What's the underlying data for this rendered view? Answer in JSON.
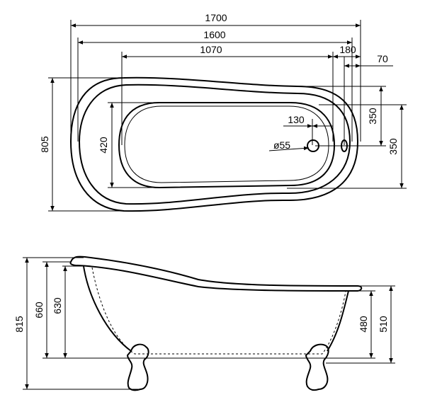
{
  "top_view": {
    "length_overall": "1700",
    "length_rim": "1600",
    "length_bottom": "1070",
    "drain_offset_end": "180",
    "overflow_offset_end": "70",
    "drain_offset_bottom": "130",
    "drain_diameter": "ø55",
    "width_overall": "805",
    "width_bottom": "420",
    "half_width_upper": "350",
    "half_width_lower": "350"
  },
  "side_view": {
    "height_overall": "815",
    "height_rim_high": "660",
    "height_inner_high": "630",
    "height_inner_low": "480",
    "height_rim_low": "510"
  }
}
